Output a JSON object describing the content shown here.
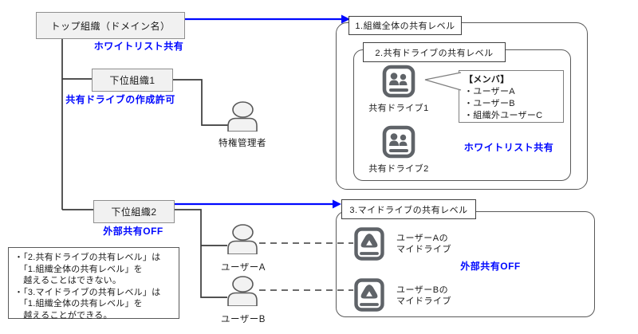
{
  "colors": {
    "accent_blue": "#0008ff",
    "icon_gray": "#5f6368",
    "line_dark": "#3a3a3a",
    "box_fill": "#f1f1f1"
  },
  "org_tree": {
    "top_org": {
      "label": "トップ組織（ドメイン名）",
      "policy": "ホワイトリスト共有"
    },
    "sub_org1": {
      "label": "下位組織1",
      "policy": "共有ドライブの作成許可"
    },
    "sub_org2": {
      "label": "下位組織2",
      "policy": "外部共有OFF"
    },
    "admin": {
      "label": "特権管理者"
    },
    "user_a": {
      "label": "ユーザーA"
    },
    "user_b": {
      "label": "ユーザーB"
    }
  },
  "org_level": {
    "title": "1.組織全体の共有レベル"
  },
  "shared_drive_level": {
    "title": "2.共有ドライブの共有レベル",
    "drive1_label": "共有ドライブ1",
    "drive2_label": "共有ドライブ2",
    "policy": "ホワイトリスト共有",
    "members": {
      "heading": "【メンバ】",
      "items": [
        "・ユーザーA",
        "・ユーザーB",
        "・組織外ユーザーC"
      ]
    }
  },
  "my_drive_level": {
    "title": "3.マイドライブの共有レベル",
    "drive_a_label": "ユーザーAの\nマイドライブ",
    "drive_b_label": "ユーザーBの\nマイドライブ",
    "policy": "外部共有OFF"
  },
  "note": {
    "text": "・「2.共有ドライブの共有レベル」は\n　「1.組織全体の共有レベル」を\n　越えることはできない。\n・「3.マイドライブの共有レベル」は\n　「1.組織全体の共有レベル」を\n　越えることができる。"
  }
}
